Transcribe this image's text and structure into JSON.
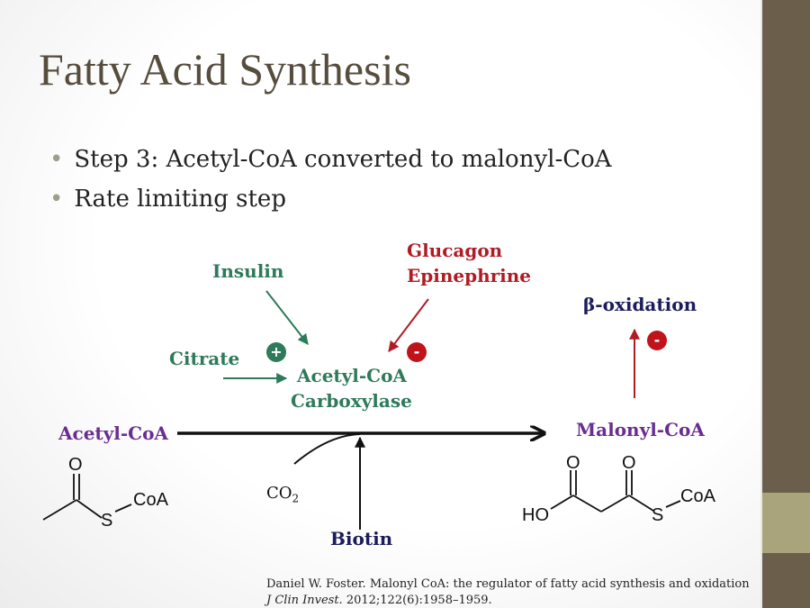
{
  "slide": {
    "title": "Fatty Acid Synthesis",
    "bullets": [
      "Step 3: Acetyl-CoA converted to malonyl-CoA",
      "Rate limiting step"
    ],
    "diagram": {
      "insulin": "Insulin",
      "glucagon": "Glucagon",
      "epinephrine": "Epinephrine",
      "citrate": "Citrate",
      "plus": "+",
      "minus": "-",
      "enzyme_line1": "Acetyl-CoA",
      "enzyme_line2": "Carboxylase",
      "beta_oxidation": "β-oxidation",
      "substrate": "Acetyl-CoA",
      "product": "Malonyl-CoA",
      "co2": "CO",
      "co2_sub": "2",
      "biotin": "Biotin",
      "acetyl_labels": {
        "o": "O",
        "s": "S",
        "coa": "CoA"
      },
      "malonyl_labels": {
        "o1": "O",
        "o2": "O",
        "ho": "HO",
        "s": "S",
        "coa": "CoA"
      }
    },
    "citation": {
      "line1": "Daniel W. Foster. Malonyl CoA: the regulator of fatty acid synthesis and oxidation",
      "journal": "J Clin Invest.",
      "details": " 2012;122(6):1958–1959."
    },
    "colors": {
      "green": "#2e7a5a",
      "red": "#b01c24",
      "navy": "#1c1c5c",
      "purple": "#6a2d91",
      "sidebar": "#6b5f4b",
      "sidebar_band": "#a9a47c"
    }
  }
}
